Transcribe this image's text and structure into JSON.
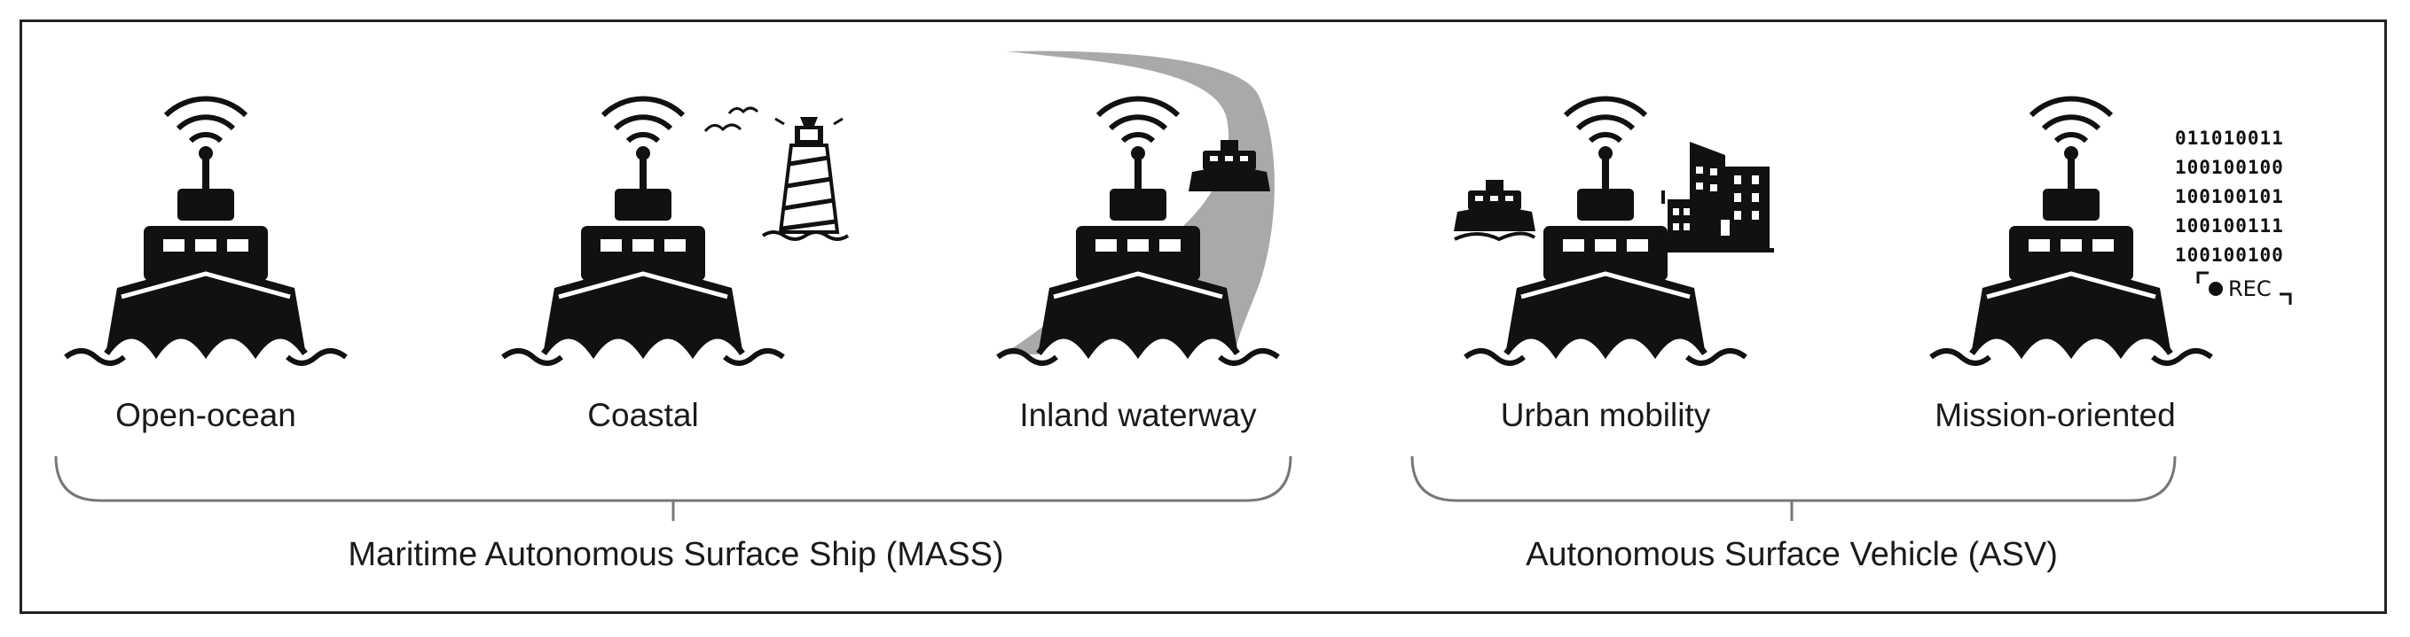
{
  "categories": [
    {
      "label": "Open-ocean"
    },
    {
      "label": "Coastal"
    },
    {
      "label": "Inland waterway"
    },
    {
      "label": "Urban mobility"
    },
    {
      "label": "Mission-oriented"
    }
  ],
  "groups": [
    {
      "label": "Maritime Autonomous Surface Ship (MASS)"
    },
    {
      "label": "Autonomous Surface Vehicle (ASV)"
    }
  ],
  "binary_lines": [
    "011010011",
    "100100100",
    "100100101",
    "100100111",
    "100100100"
  ],
  "rec_label": "REC",
  "colors": {
    "ink": "#111111",
    "river": "#a9a9a9",
    "border": "#222222"
  }
}
